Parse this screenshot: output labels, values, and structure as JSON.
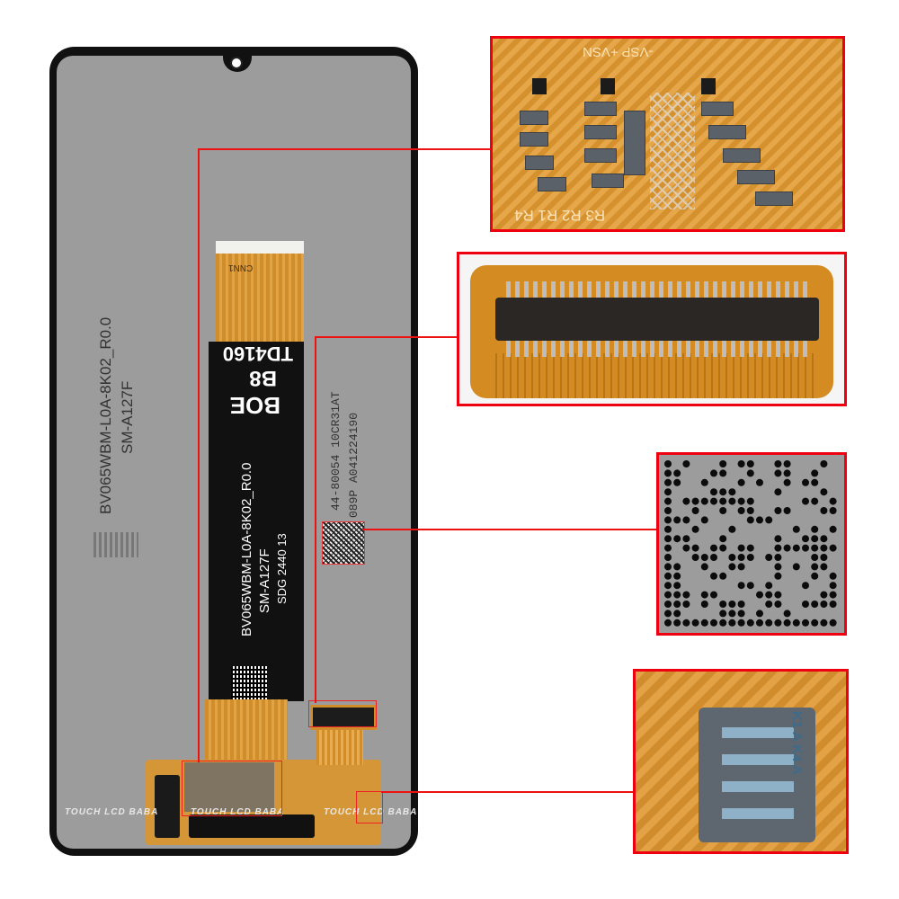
{
  "panel_labels": {
    "vertical_left_1": "BV065WBM-L0A-8K02_R0.0",
    "vertical_left_2": "SM-A127F",
    "flex_td": "TD4160",
    "flex_b8": "B8",
    "flex_boe": "BOE",
    "flex_model": "BV065WBM-L0A-8K02_R0.0",
    "flex_sm": "SM-A127F",
    "flex_sdg": "SDG 2440  13",
    "flex_cnn": "CNN1",
    "code_line_1": "44-80054 10CR31AT",
    "code_line_2": "089P A041224190"
  },
  "watermark": "TOUCH LCD BABA",
  "panel1_text": "R3 R2 R1 R4",
  "panel1_top": "-VSP  +VSN",
  "panel4_text": "K1 A  K4 A",
  "colors": {
    "callout": "#e01010",
    "flex": "#d59638",
    "screen": "#9c9c9c"
  }
}
